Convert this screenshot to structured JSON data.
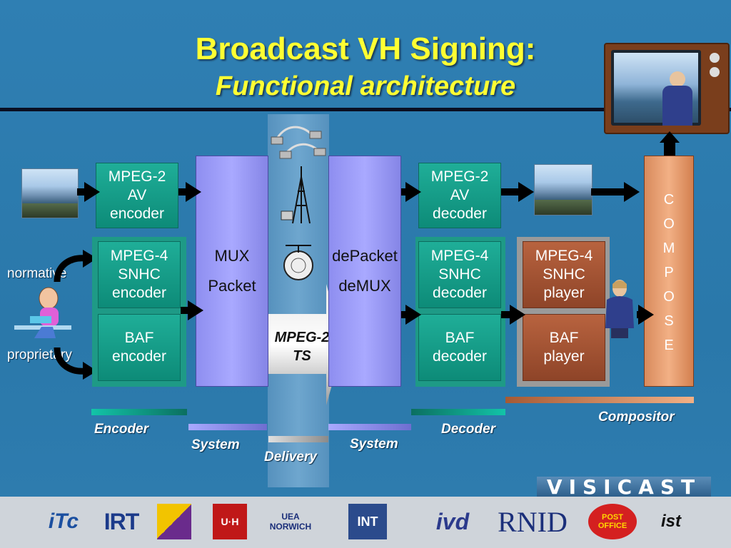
{
  "title": "Broadcast VH Signing:",
  "subtitle": "Functional architecture",
  "encoder": {
    "mpeg2": [
      "MPEG-2",
      "AV",
      "encoder"
    ],
    "mpeg4": [
      "MPEG-4",
      "SNHC",
      "encoder"
    ],
    "baf": [
      "BAF",
      "encoder"
    ]
  },
  "mux": [
    "MUX",
    "Packet"
  ],
  "demux": [
    "dePacket",
    "deMUX"
  ],
  "transport": [
    "MPEG-2",
    "TS"
  ],
  "decoder": {
    "mpeg2": [
      "MPEG-2",
      "AV",
      "decoder"
    ],
    "mpeg4": [
      "MPEG-4",
      "SNHC",
      "decoder"
    ],
    "baf": [
      "BAF",
      "decoder"
    ]
  },
  "player": {
    "mpeg4": [
      "MPEG-4",
      "SNHC",
      "player"
    ],
    "baf": [
      "BAF",
      "player"
    ]
  },
  "compose": [
    "C",
    "O",
    "M",
    "P",
    "O",
    "S",
    "E"
  ],
  "left_labels": {
    "normative": "normative",
    "proprietary": "proprietary"
  },
  "legend": {
    "encoder": "Encoder",
    "system_left": "System",
    "delivery": "Delivery",
    "system_right": "System",
    "decoder": "Decoder",
    "compositor": "Compositor"
  },
  "colors": {
    "title": "#ffff33",
    "encoder_bar": "#1aa58f",
    "system_bar": "#8e8ef0",
    "delivery_bar": "#b0b0b0",
    "decoder_bar": "#1aa58f",
    "compositor_bar": "#d88a5c"
  },
  "brand": "VISICAST",
  "logos": [
    "iTc",
    "IRT",
    "UEA NORWICH",
    "INT",
    "ivd",
    "RNID",
    "POST OFFICE",
    "ist"
  ]
}
